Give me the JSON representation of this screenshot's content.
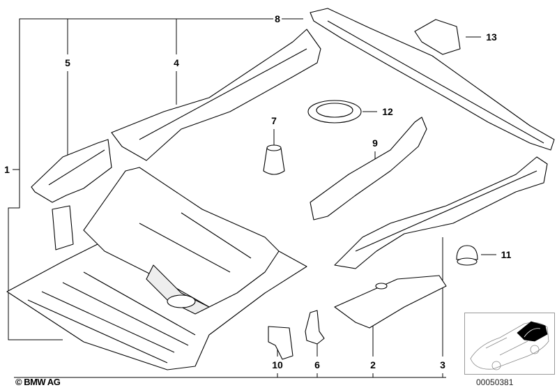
{
  "callouts": [
    {
      "id": "1",
      "label": "1"
    },
    {
      "id": "2",
      "label": "2"
    },
    {
      "id": "3",
      "label": "3"
    },
    {
      "id": "4",
      "label": "4"
    },
    {
      "id": "5",
      "label": "5"
    },
    {
      "id": "6",
      "label": "6"
    },
    {
      "id": "7",
      "label": "7"
    },
    {
      "id": "8",
      "label": "8"
    },
    {
      "id": "9",
      "label": "9"
    },
    {
      "id": "10",
      "label": "10"
    },
    {
      "id": "11",
      "label": "11"
    },
    {
      "id": "12",
      "label": "12"
    },
    {
      "id": "13",
      "label": "13"
    }
  ],
  "copyright": "© BMW AG",
  "diagram_number": "00050381",
  "colors": {
    "line": "#000000",
    "thumb_highlight": "#000000"
  }
}
